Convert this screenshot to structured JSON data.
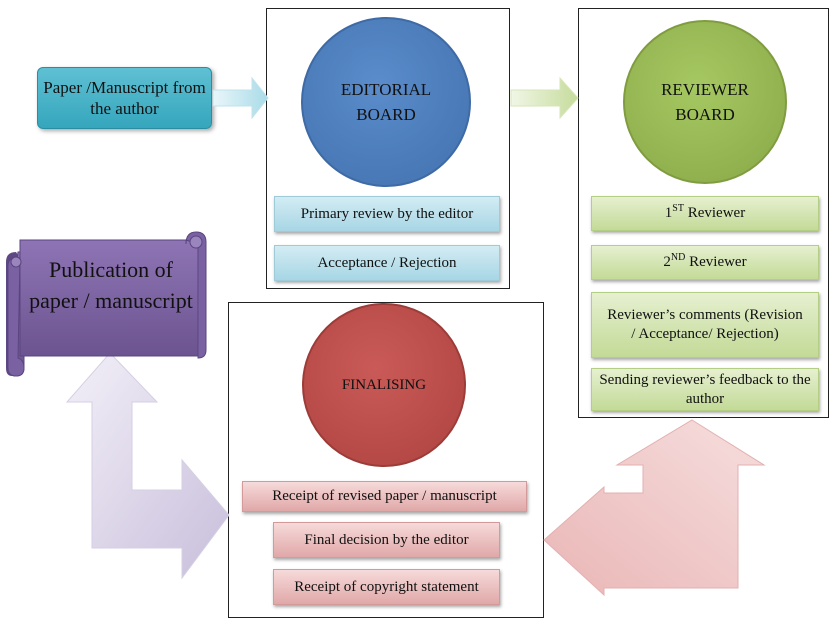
{
  "source": {
    "text": "Paper /Manuscript from the author"
  },
  "editorial": {
    "title": "EDITORIAL BOARD",
    "steps": [
      "Primary review by the editor",
      "Acceptance / Rejection"
    ]
  },
  "reviewer": {
    "title": "REVIEWER BOARD",
    "first": {
      "num": "1",
      "sup": "ST",
      "rest": " Reviewer"
    },
    "second": {
      "num": "2",
      "sup": "ND",
      "rest": " Reviewer"
    },
    "comments": "Reviewer’s comments (Revision / Acceptance/ Rejection)",
    "feedback": "Sending reviewer’s feedback to the author"
  },
  "finalising": {
    "title": "FINALISING",
    "steps": [
      "Receipt of revised paper / manuscript",
      "Final decision by the editor",
      "Receipt of copyright statement"
    ]
  },
  "publication": {
    "text": "Publication of paper / manuscript"
  },
  "colors": {
    "editorial_circle": "#4f81bd",
    "reviewer_circle": "#9bbb59",
    "finalising_circle": "#c0504d",
    "source_box": "#4bacc6",
    "publication_scroll": "#8064a2"
  }
}
